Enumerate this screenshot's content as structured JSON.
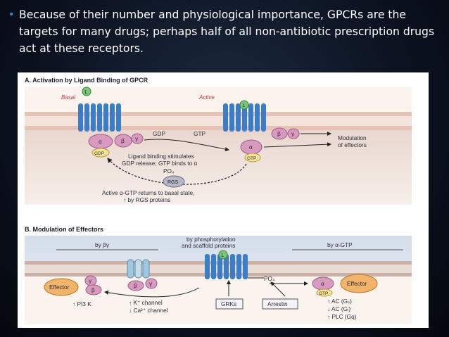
{
  "slide": {
    "bullet": "Because of their number and physiological importance, GPCRs are the targets for many drugs; perhaps half of all non-antibiotic prescription drugs act at these receptors."
  },
  "colors": {
    "background": "#0b1220",
    "bullet_dot": "#3a8fd6",
    "membrane": "#e6c3b4",
    "receptor": "#3b7ec8",
    "g_protein": "#d99ac0",
    "effector": "#f2b36a"
  },
  "panel_a": {
    "title": "A. Activation by Ligand Binding of GPCR",
    "basal_label": "Basal",
    "active_label": "Active",
    "ligand": "L",
    "alpha": "α",
    "beta": "β",
    "gamma": "γ",
    "gdp": "GDP",
    "gtp": "GTP",
    "gdp_free": "GDP",
    "gtp_free": "GTP",
    "ligand_note_1": "Ligand binding stimulates",
    "ligand_note_2": "GDP release; GTP binds to α",
    "po4": "PO₄",
    "rgs": "RGS",
    "return_note_1": "Active α-GTP returns to basal state,",
    "return_note_2": "↑ by RGS proteins",
    "modulation_1": "Modulation",
    "modulation_2": "of effectors"
  },
  "panel_b": {
    "title": "B. Modulation of Effectors",
    "by_bg": "by βγ",
    "by_phos_1": "by phosphorylation",
    "by_phos_2": "and scaffold proteins",
    "by_agtp": "by α-GTP",
    "effector_left": "Effector",
    "effector_right": "Effector",
    "ligand": "L",
    "beta": "β",
    "gamma": "γ",
    "alpha": "α",
    "gtp": "GTP",
    "po4": "PO₄",
    "pi3k": "↑ PI3 K",
    "k_channel": "↑ K⁺ channel",
    "ca_channel": "↓ Ca²⁺ channel",
    "grks": "GRKs",
    "arrestin": "Arrestin",
    "ac_gs": "↑ AC (Gₛ)",
    "ac_gi": "↓ AC (Gᵢ)",
    "plc_gq": "↑ PLC (Gq)"
  }
}
